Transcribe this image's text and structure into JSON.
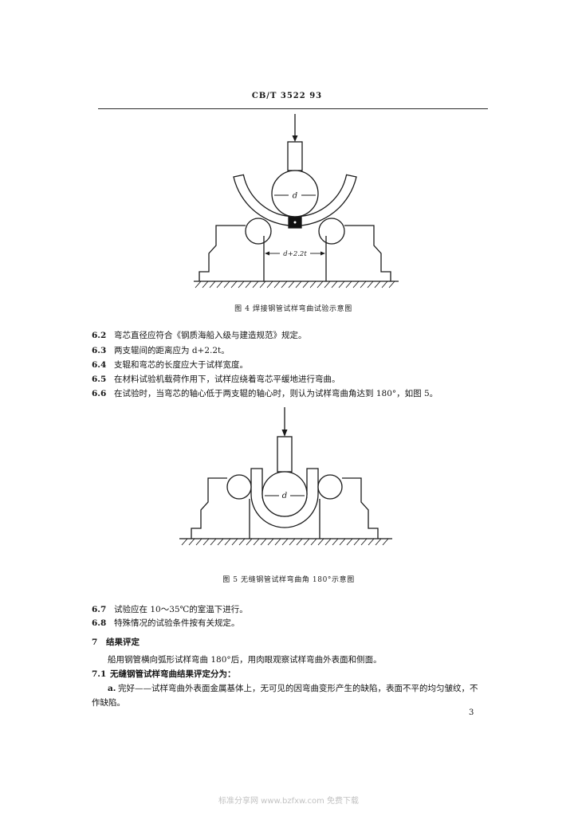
{
  "header": {
    "standard_code": "CB/T  3522  93"
  },
  "figure_4": {
    "caption": "图 4  焊接钢管试样弯曲试验示意图",
    "mandrel_label": "d",
    "span_label": "d+2.2t"
  },
  "clauses_part1": [
    {
      "num": "6.2",
      "text": "弯芯直径应符合《钢质海船入级与建造规范》规定。"
    },
    {
      "num": "6.3",
      "text": "两支辊间的距离应为 d+2.2t。"
    },
    {
      "num": "6.4",
      "text": "支辊和弯芯的长度应大于试样宽度。"
    },
    {
      "num": "6.5",
      "text": "在材料试验机载荷作用下，试样应绕着弯芯平缓地进行弯曲。"
    },
    {
      "num": "6.6",
      "text": "在试验时，当弯芯的轴心低于两支辊的轴心时，则认为试样弯曲角达到 180°，如图 5。"
    }
  ],
  "figure_5": {
    "caption": "图 5  无缝钢管试样弯曲角 180°示意图",
    "mandrel_label": "d"
  },
  "clauses_part2": [
    {
      "num": "6.7",
      "text": "试验应在 10～35℃的室温下进行。"
    },
    {
      "num": "6.8",
      "text": "特殊情况的试验条件按有关规定。"
    }
  ],
  "section_7": {
    "num": "7",
    "title": "结果评定",
    "intro": "船用钢管横向弧形试样弯曲 180°后，用肉眼观察试样弯曲外表面和侧面。",
    "subclause": {
      "num": "7.1",
      "text": "无缝钢管试样弯曲结果评定分为："
    },
    "item_a": {
      "label": "a.",
      "lines": [
        "完好——试样弯曲外表面金属基体上，无可见的因弯曲变形产生的缺陷，表面不平的均匀皱纹，不",
        "作缺陷。"
      ]
    }
  },
  "page_number": "3",
  "footer_watermark": "标准分享网 www.bzfxw.com 免费下载"
}
